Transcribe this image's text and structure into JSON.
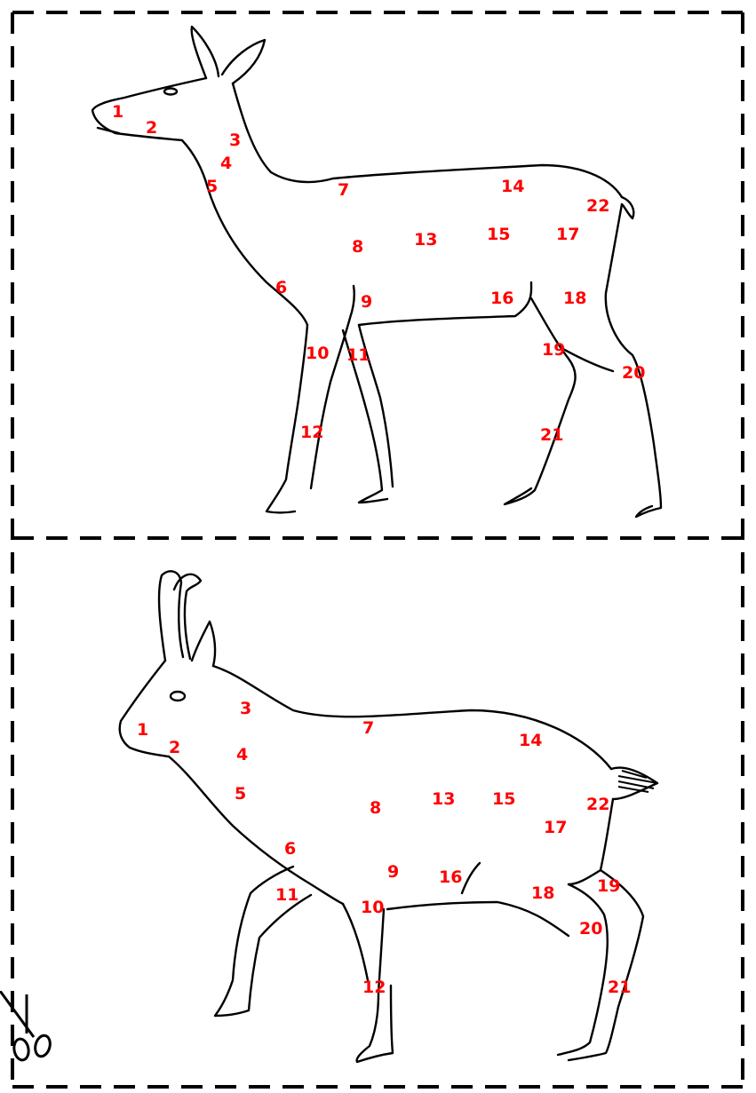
{
  "worksheet": {
    "label_color": "#ff0000",
    "line_color": "#000000",
    "cut_line_style": "dashed",
    "top_panel": {
      "subject": "deer",
      "labels": [
        "1",
        "2",
        "3",
        "4",
        "5",
        "6",
        "7",
        "8",
        "9",
        "10",
        "11",
        "12",
        "13",
        "14",
        "15",
        "16",
        "17",
        "18",
        "19",
        "20",
        "21",
        "22"
      ]
    },
    "bottom_panel": {
      "subject": "chamois",
      "labels": [
        "1",
        "2",
        "3",
        "4",
        "5",
        "6",
        "7",
        "8",
        "9",
        "10",
        "11",
        "12",
        "13",
        "14",
        "15",
        "16",
        "17",
        "18",
        "19",
        "20",
        "21",
        "22"
      ]
    },
    "icons": [
      "scissors-icon"
    ]
  }
}
